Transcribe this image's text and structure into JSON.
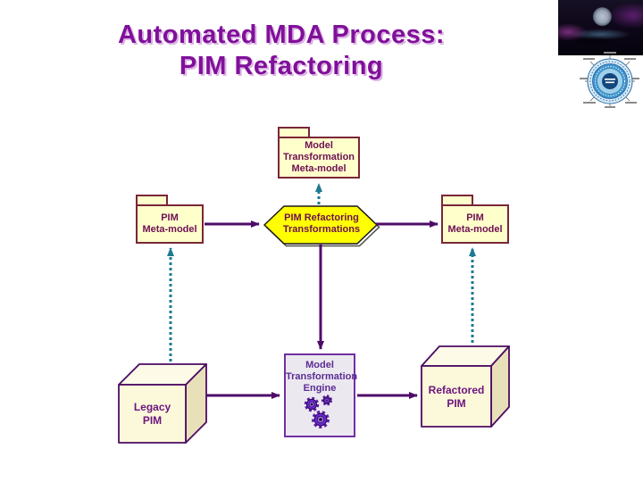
{
  "slide": {
    "title": {
      "line1": "Automated MDA Process:",
      "line2": "PIM Refactoring"
    }
  },
  "nodes": {
    "model_transformation_metamodel": {
      "lines": [
        "Model",
        "Transformation",
        "Meta-model"
      ]
    },
    "pim_metamodel_left": {
      "lines": [
        "PIM",
        "Meta-model"
      ]
    },
    "pim_refactoring_transformations": {
      "lines": [
        "PIM Refactoring",
        "Transformations"
      ]
    },
    "pim_metamodel_right": {
      "lines": [
        "PIM",
        "Meta-model"
      ]
    },
    "model_transformation_engine": {
      "lines": [
        "Model",
        "Transformation",
        "Engine"
      ]
    },
    "legacy_pim": {
      "lines": [
        "Legacy",
        "PIM"
      ]
    },
    "refactored_pim": {
      "lines": [
        "Refactored",
        "PIM"
      ]
    }
  },
  "icons": {
    "gears": "gear-icon",
    "mda_logo": "mda-circular-logo-icon",
    "space_picture": "space-nebula-picture"
  },
  "colors": {
    "title_text": "#80109A",
    "title_shadow": "#DCB4E4",
    "package_fill": "#FFFFCC",
    "package_border": "#7A2638",
    "package_text": "#6E1053",
    "hexagon_fill": "#FFFF00",
    "hexagon_border": "#1A1A1A",
    "solid_arrow": "#4E0B68",
    "dashed_arrow": "#1E7A90",
    "engine_fill": "#ECE8F0",
    "engine_border": "#7030A0",
    "engine_text": "#5A2D93",
    "cube_front_fill": "#FCF9DA",
    "cube_top_fill": "#FDFBE8",
    "cube_side_fill": "#E8E0B8",
    "cube_border": "#4C0B63",
    "cube_text": "#6D1580",
    "gear_fill": "#6D28D9"
  }
}
